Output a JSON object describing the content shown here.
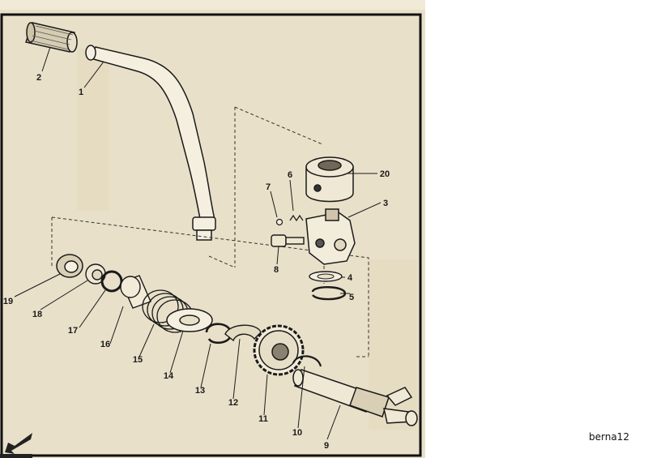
{
  "diagram": {
    "callouts": [
      "1",
      "2",
      "3",
      "4",
      "5",
      "6",
      "7",
      "8",
      "9",
      "10",
      "11",
      "12",
      "13",
      "14",
      "15",
      "16",
      "17",
      "18",
      "19",
      "20"
    ]
  },
  "credit": "berna12",
  "colors": {
    "paper": "#e9e0c9",
    "ink": "#1a1a1a",
    "border": "#111111"
  },
  "icons": {
    "corner": "arrow-icon"
  }
}
